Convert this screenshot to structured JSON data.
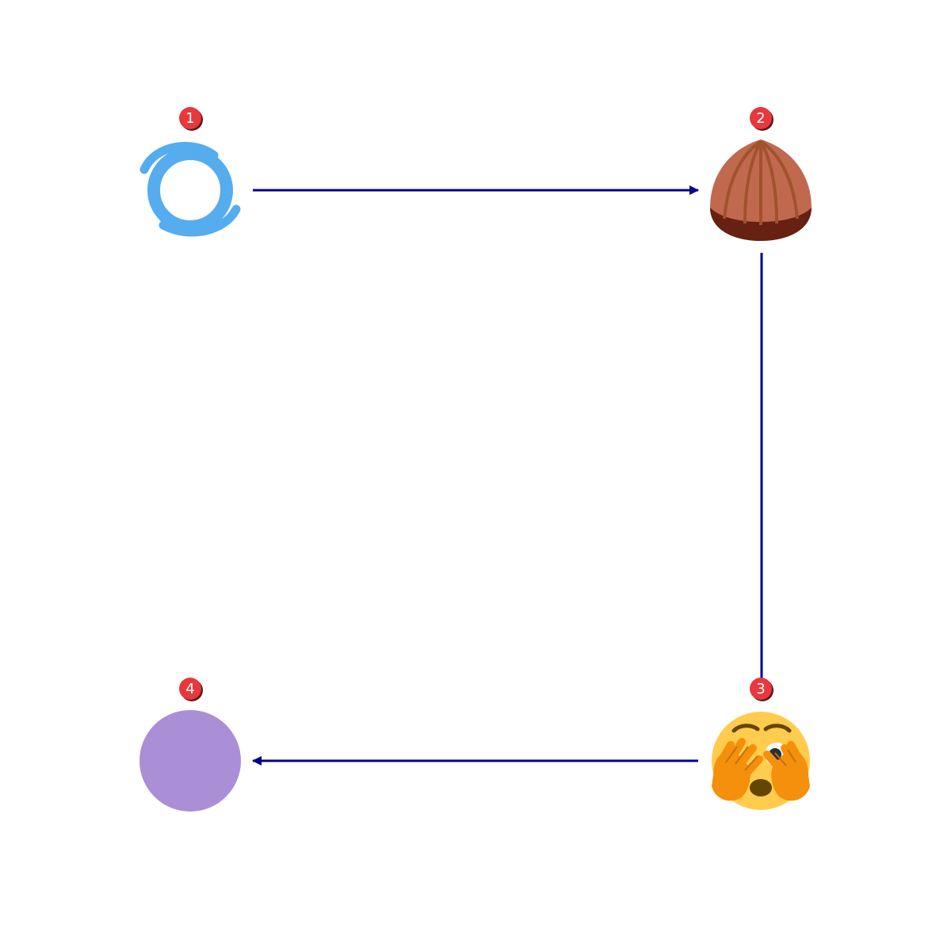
{
  "diagram": {
    "nodes": [
      {
        "id": "1",
        "number": "1",
        "icon": "cyclone-icon"
      },
      {
        "id": "2",
        "number": "2",
        "icon": "chestnut-icon"
      },
      {
        "id": "3",
        "number": "3",
        "icon": "face-with-peeking-eye-icon"
      },
      {
        "id": "4",
        "number": "4",
        "icon": "purple-circle-icon"
      }
    ],
    "edges": [
      {
        "from": "1",
        "to": "2",
        "arrow": "end"
      },
      {
        "from": "2",
        "to": "3",
        "arrow": "none"
      },
      {
        "from": "3",
        "to": "4",
        "arrow": "end"
      }
    ],
    "colors": {
      "edge": "#00008b",
      "badge": "#e8383d",
      "badge_text": "#ffffff",
      "cyclone": "#55acee",
      "chestnut_body": "#c1694f",
      "chestnut_ridge": "#a0522d",
      "chestnut_base": "#662113",
      "face": "#ffcc4d",
      "hands": "#f4900c",
      "purple_circle": "#aa8ed6"
    }
  }
}
